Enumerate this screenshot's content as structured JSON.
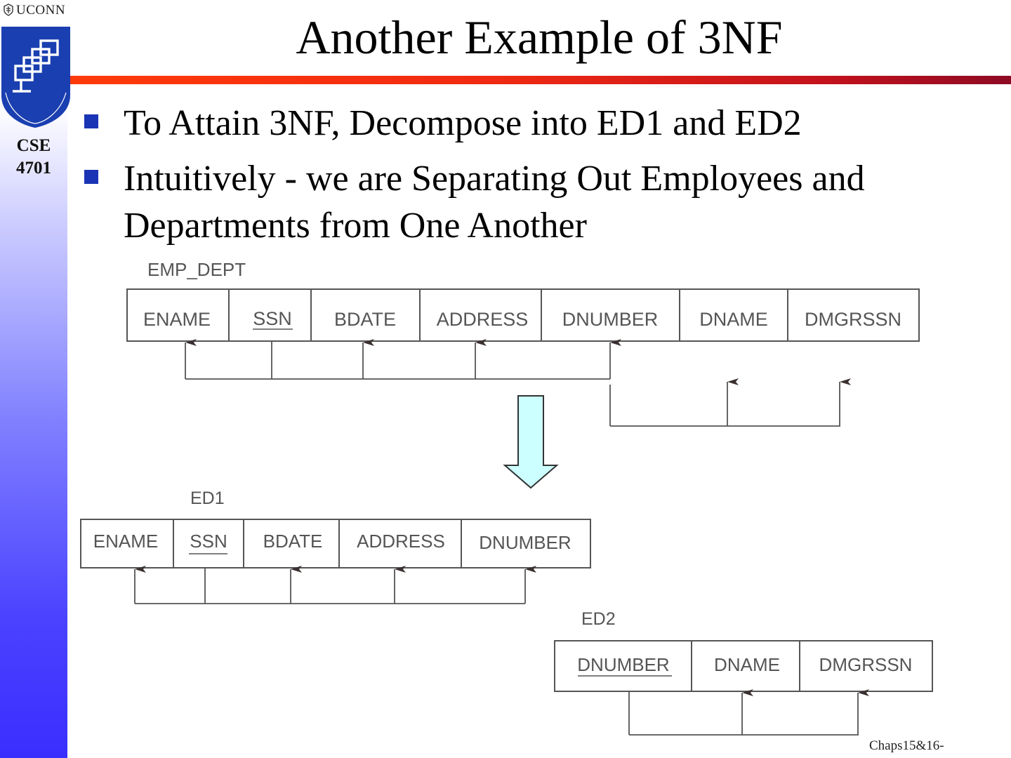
{
  "header": {
    "university": "UCONN",
    "course": [
      "CSE",
      "4701"
    ]
  },
  "slide": {
    "title": "Another Example of 3NF",
    "bullets": [
      "To Attain 3NF, Decompose into ED1 and ED2",
      "Intuitively - we are Separating Out Employees and",
      "Departments from One Another"
    ],
    "footer": "Chaps15&16-"
  },
  "diagram": {
    "relations": [
      {
        "name": "EMP_DEPT",
        "attributes": [
          "ENAME",
          "SSN",
          "BDATE",
          "ADDRESS",
          "DNUMBER",
          "DNAME",
          "DMGRSSN"
        ],
        "key": [
          "SSN"
        ]
      },
      {
        "name": "ED1",
        "attributes": [
          "ENAME",
          "SSN",
          "BDATE",
          "ADDRESS",
          "DNUMBER"
        ],
        "key": [
          "SSN"
        ]
      },
      {
        "name": "ED2",
        "attributes": [
          "DNUMBER",
          "DNAME",
          "DMGRSSN"
        ],
        "key": [
          "DNUMBER"
        ]
      }
    ],
    "colors": {
      "arrow_fill": "#ccffff",
      "line": "#555555",
      "text": "#555555",
      "accent": "#1934b4"
    }
  }
}
